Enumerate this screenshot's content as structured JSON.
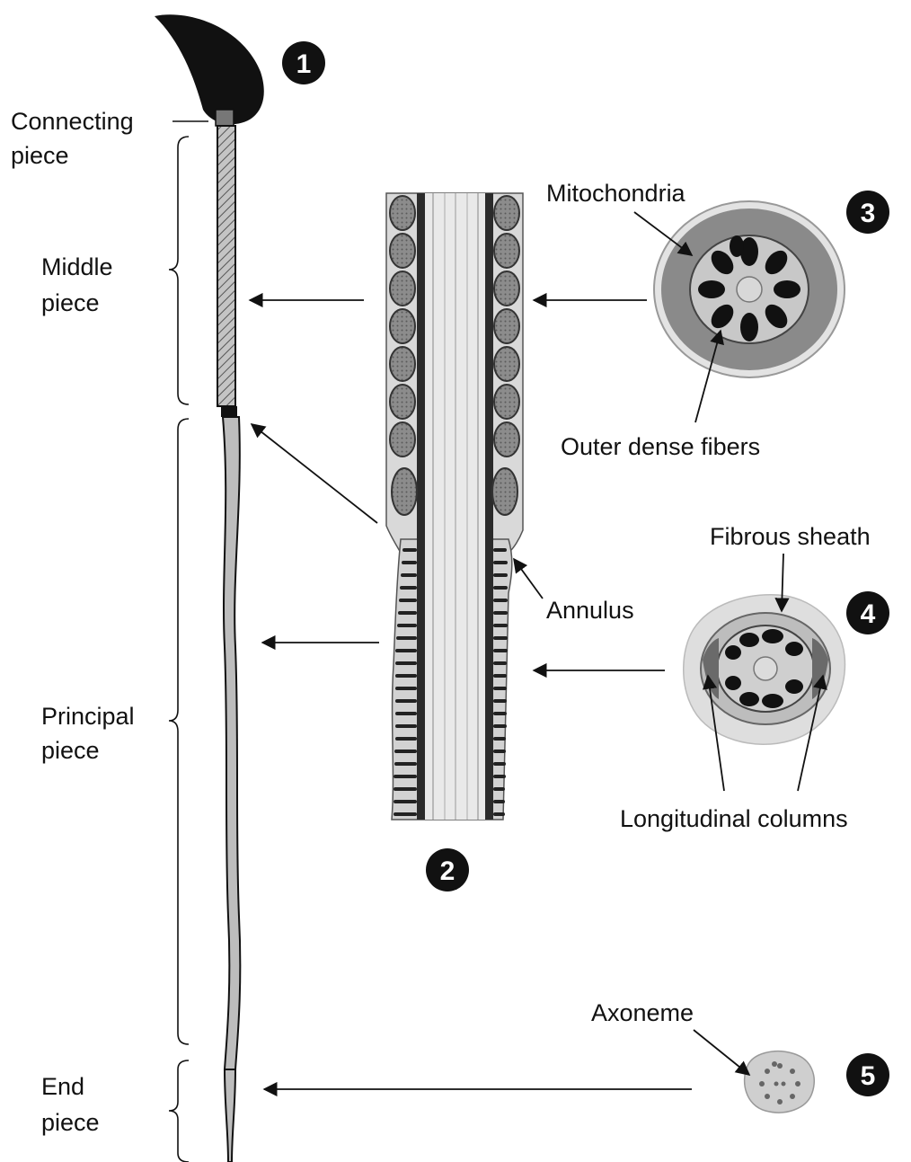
{
  "labels": {
    "connecting_piece": [
      "Connecting",
      "piece"
    ],
    "middle_piece": [
      "Middle",
      "piece"
    ],
    "principal_piece": [
      "Principal",
      "piece"
    ],
    "end_piece": [
      "End",
      "piece"
    ],
    "mitochondria": "Mitochondria",
    "outer_dense_fibers": "Outer dense fibers",
    "annulus": "Annulus",
    "fibrous_sheath": "Fibrous sheath",
    "longitudinal_columns": "Longitudinal columns",
    "axoneme": "Axoneme"
  },
  "markers": [
    "1",
    "2",
    "3",
    "4",
    "5"
  ],
  "colors": {
    "ink": "#111111",
    "midpiece_hatch": "#9a9a9a",
    "tail_fill": "#bdbdbd",
    "mito": "#6f6f6f",
    "ring": "#8a8a8a",
    "sheath": "#cfcfcf",
    "halo": "#e2e2e2"
  }
}
